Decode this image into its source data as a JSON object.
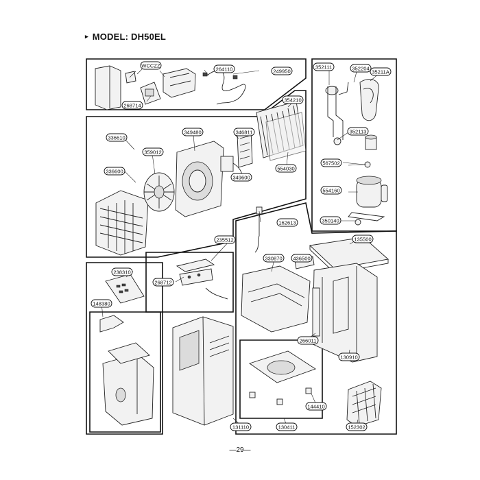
{
  "title": "MODEL: DH50EL",
  "page_number": "—29—",
  "labels": {
    "p249950": "249950",
    "wcz": "WCCZZ",
    "p264110": "264110",
    "p268714": "268714",
    "p352111": "352111",
    "p352204": "352204",
    "p35211A": "35211A",
    "p352113": "352113",
    "p567502": "567502",
    "p554160": "554160",
    "p350140": "350140",
    "p354210": "354210",
    "p336610": "336610",
    "p349480": "349480",
    "p346811": "346811",
    "p359012": "359012",
    "p336600": "336600",
    "p349600": "349600",
    "p554030": "554030",
    "p162613": "162613",
    "p235512": "235512",
    "p238310": "238310",
    "p268712": "268712",
    "p148380": "148380",
    "p330870": "330870",
    "p436500": "436500",
    "p135500": "135500",
    "p266011": "266011",
    "p130910": "130910",
    "p131110": "131110",
    "p130411": "130411",
    "p144410": "144410",
    "p152302": "152302"
  }
}
